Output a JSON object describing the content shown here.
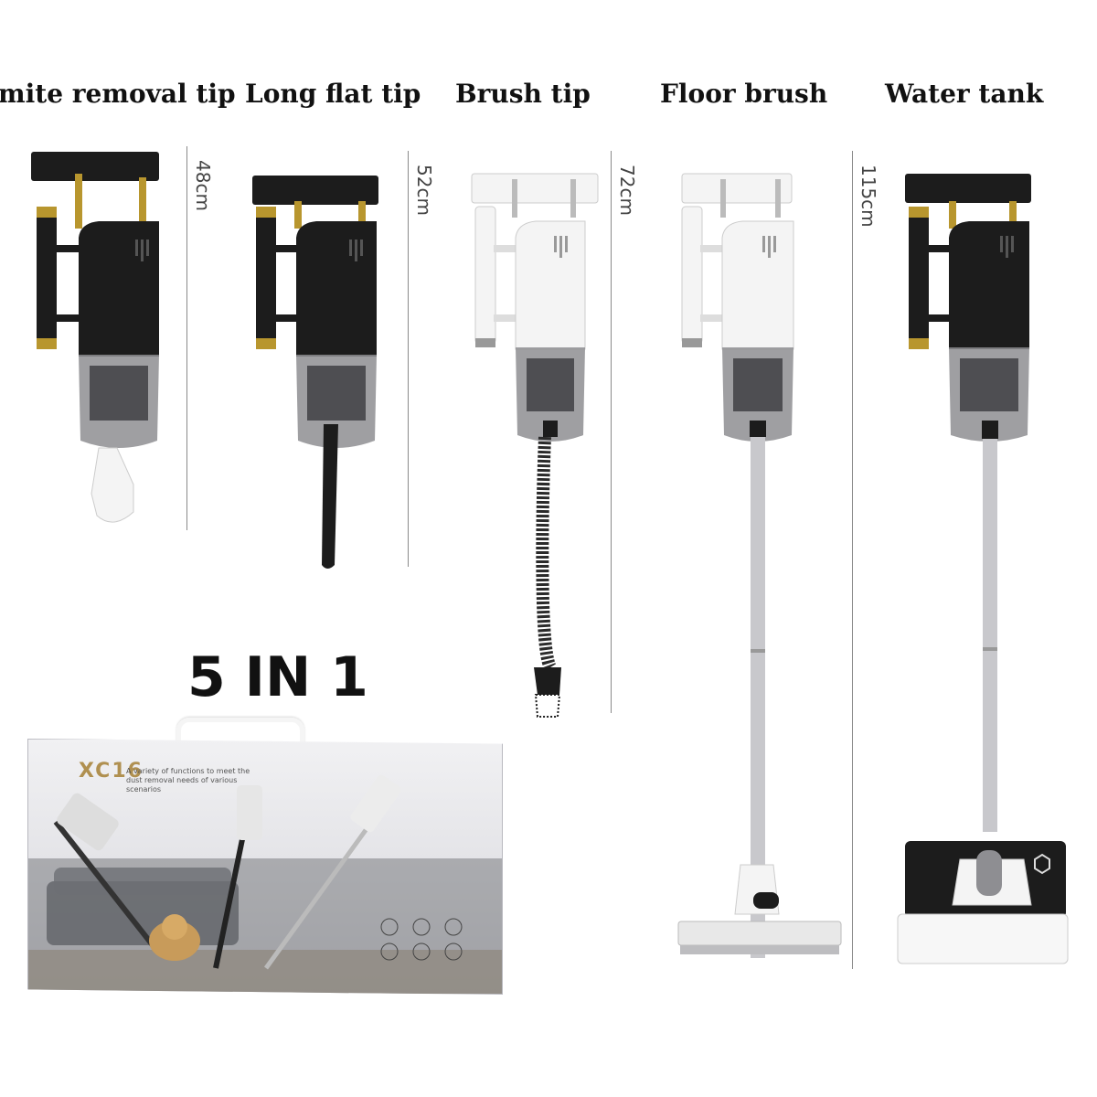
{
  "labels": {
    "mite": "mite removal tip",
    "flat": "Long flat tip",
    "brush": "Brush tip",
    "floor": "Floor brush",
    "water": "Water tank"
  },
  "dimensions": {
    "mite": "48cm",
    "flat": "52cm",
    "brush": "72cm",
    "floor": "115cm"
  },
  "headline": "5 IN 1",
  "box": {
    "model": "XC16",
    "tagline": "A variety of functions to meet the dust removal needs of various scenarios"
  },
  "colors": {
    "black_body": "#1c1c1c",
    "gold_accent": "#b8962e",
    "white_body": "#f4f4f4",
    "dust_cup": "#8e8e92",
    "wand": "#c8c8cc"
  }
}
